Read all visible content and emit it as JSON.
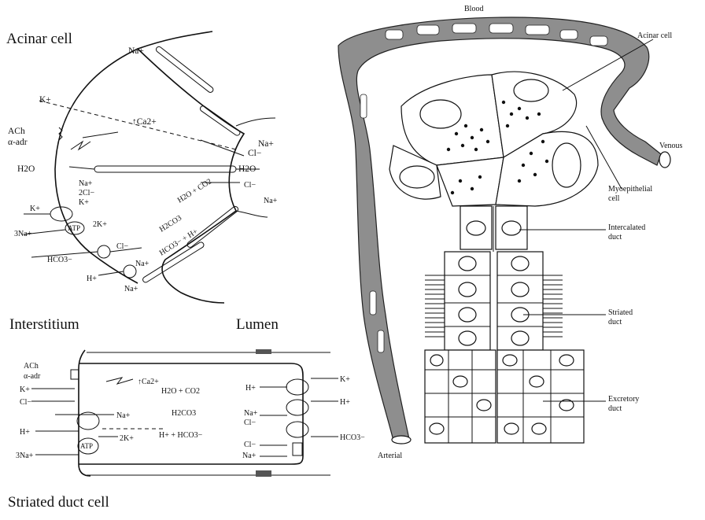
{
  "acinar_panel": {
    "title": "Acinar cell",
    "labels": {
      "na_top": "Na+",
      "k_top": "K+",
      "ca": "↑Ca2+",
      "ach": "ACh",
      "alpha_adr": "α-adr",
      "cl_right": "Cl−",
      "na_right": "Na+",
      "h2o_left": "H2O",
      "h2o_right": "H2O",
      "na_pump": "Na+",
      "cl2": "2Cl−",
      "k_pump": "K+",
      "k_left": "K+",
      "na3": "3Na+",
      "k2": "2K+",
      "atp": "ATP",
      "cl_mid": "Cl−",
      "na_mid": "Na+",
      "h2o_co2": "H2O + CO2",
      "h2co3": "H2CO3",
      "hco3_h": "HCO3− + H+",
      "cl_bottom": "Cl−",
      "hco3": "HCO3−",
      "na_bottom_r": "Na+",
      "h": "H+",
      "na_bottom": "Na+"
    }
  },
  "interstitium_label": "Interstitium",
  "lumen_label": "Lumen",
  "striated_panel": {
    "title": "Striated duct cell",
    "labels": {
      "ach": "ACh",
      "alpha_adr": "α-adr",
      "ca": "↑Ca2+",
      "k": "K+",
      "cl": "Cl−",
      "na_in": "Na+",
      "h": "H+",
      "k2": "2K+",
      "na3": "3Na+",
      "atp": "ATP",
      "h2o_co2": "H2O + CO2",
      "h2co3": "H2CO3",
      "h_hco3": "H+ + HCO3−",
      "k_right": "K+",
      "h_right1": "H+",
      "h_right2": "H+",
      "na_right": "Na+",
      "cl_right": "Cl−",
      "hco3_right": "HCO3−",
      "cl_right2": "Cl−",
      "na_right2": "Na+"
    }
  },
  "duct_panel": {
    "labels": {
      "blood": "Blood",
      "acinar_cell": "Acinar cell",
      "venous": "Venous",
      "myoepithelial": "Myoepithelial cell",
      "intercalated": "Intercalated duct",
      "striated": "Striated duct",
      "excretory": "Excretory duct",
      "arterial": "Arterial"
    }
  }
}
